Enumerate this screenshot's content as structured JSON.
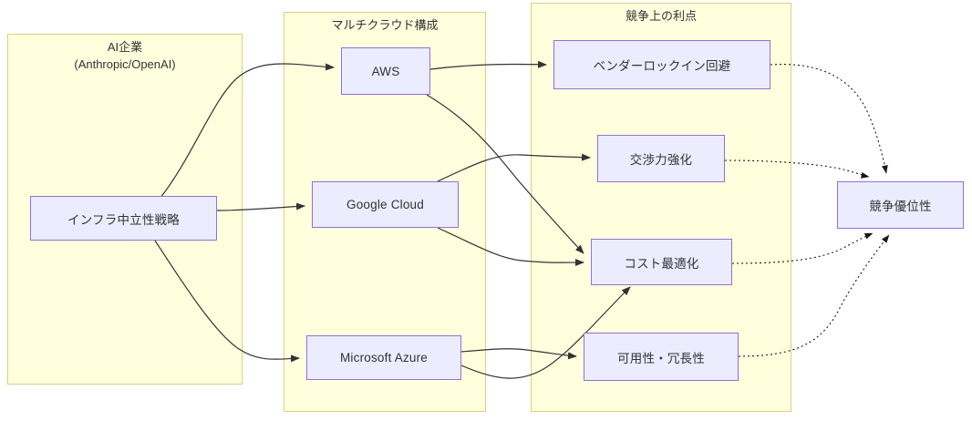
{
  "diagram": {
    "type": "flowchart",
    "direction": "left-to-right",
    "background": "#ffffff",
    "cluster_fill": "#ffffde",
    "cluster_stroke": "#d3d37f",
    "node_fill": "#ececff",
    "node_stroke": "#9370db",
    "text_color": "#333333",
    "edge_color": "#333333"
  },
  "clusters": [
    {
      "id": "ai-company",
      "title_line1": "AI企業",
      "title_line2": "(Anthropic/OpenAI)"
    },
    {
      "id": "multicloud",
      "title_line1": "マルチクラウド構成",
      "title_line2": ""
    },
    {
      "id": "competitive-benefits",
      "title_line1": "競争上の利点",
      "title_line2": ""
    }
  ],
  "nodes": {
    "strategy": "インフラ中立性戦略",
    "aws": "AWS",
    "gcp": "Google Cloud",
    "azure": "Microsoft Azure",
    "vendor_lockin": "ベンダーロックイン回避",
    "negotiation": "交渉力強化",
    "cost": "コスト最適化",
    "availability": "可用性・冗長性",
    "advantage": "競争優位性"
  },
  "edges": [
    {
      "from": "strategy",
      "to": "aws",
      "style": "solid",
      "label": ""
    },
    {
      "from": "strategy",
      "to": "gcp",
      "style": "solid",
      "label": ""
    },
    {
      "from": "strategy",
      "to": "azure",
      "style": "solid",
      "label": ""
    },
    {
      "from": "aws",
      "to": "vendor_lockin",
      "style": "solid",
      "label": ""
    },
    {
      "from": "aws",
      "to": "cost",
      "style": "solid",
      "label": ""
    },
    {
      "from": "gcp",
      "to": "negotiation",
      "style": "solid",
      "label": ""
    },
    {
      "from": "gcp",
      "to": "cost",
      "style": "solid",
      "label": ""
    },
    {
      "from": "azure",
      "to": "availability",
      "style": "solid",
      "label": ""
    },
    {
      "from": "azure",
      "to": "cost",
      "style": "solid",
      "label": ""
    },
    {
      "from": "vendor_lockin",
      "to": "advantage",
      "style": "dotted",
      "label": ""
    },
    {
      "from": "negotiation",
      "to": "advantage",
      "style": "dotted",
      "label": ""
    },
    {
      "from": "cost",
      "to": "advantage",
      "style": "dotted",
      "label": ""
    },
    {
      "from": "availability",
      "to": "advantage",
      "style": "dotted",
      "label": ""
    }
  ]
}
